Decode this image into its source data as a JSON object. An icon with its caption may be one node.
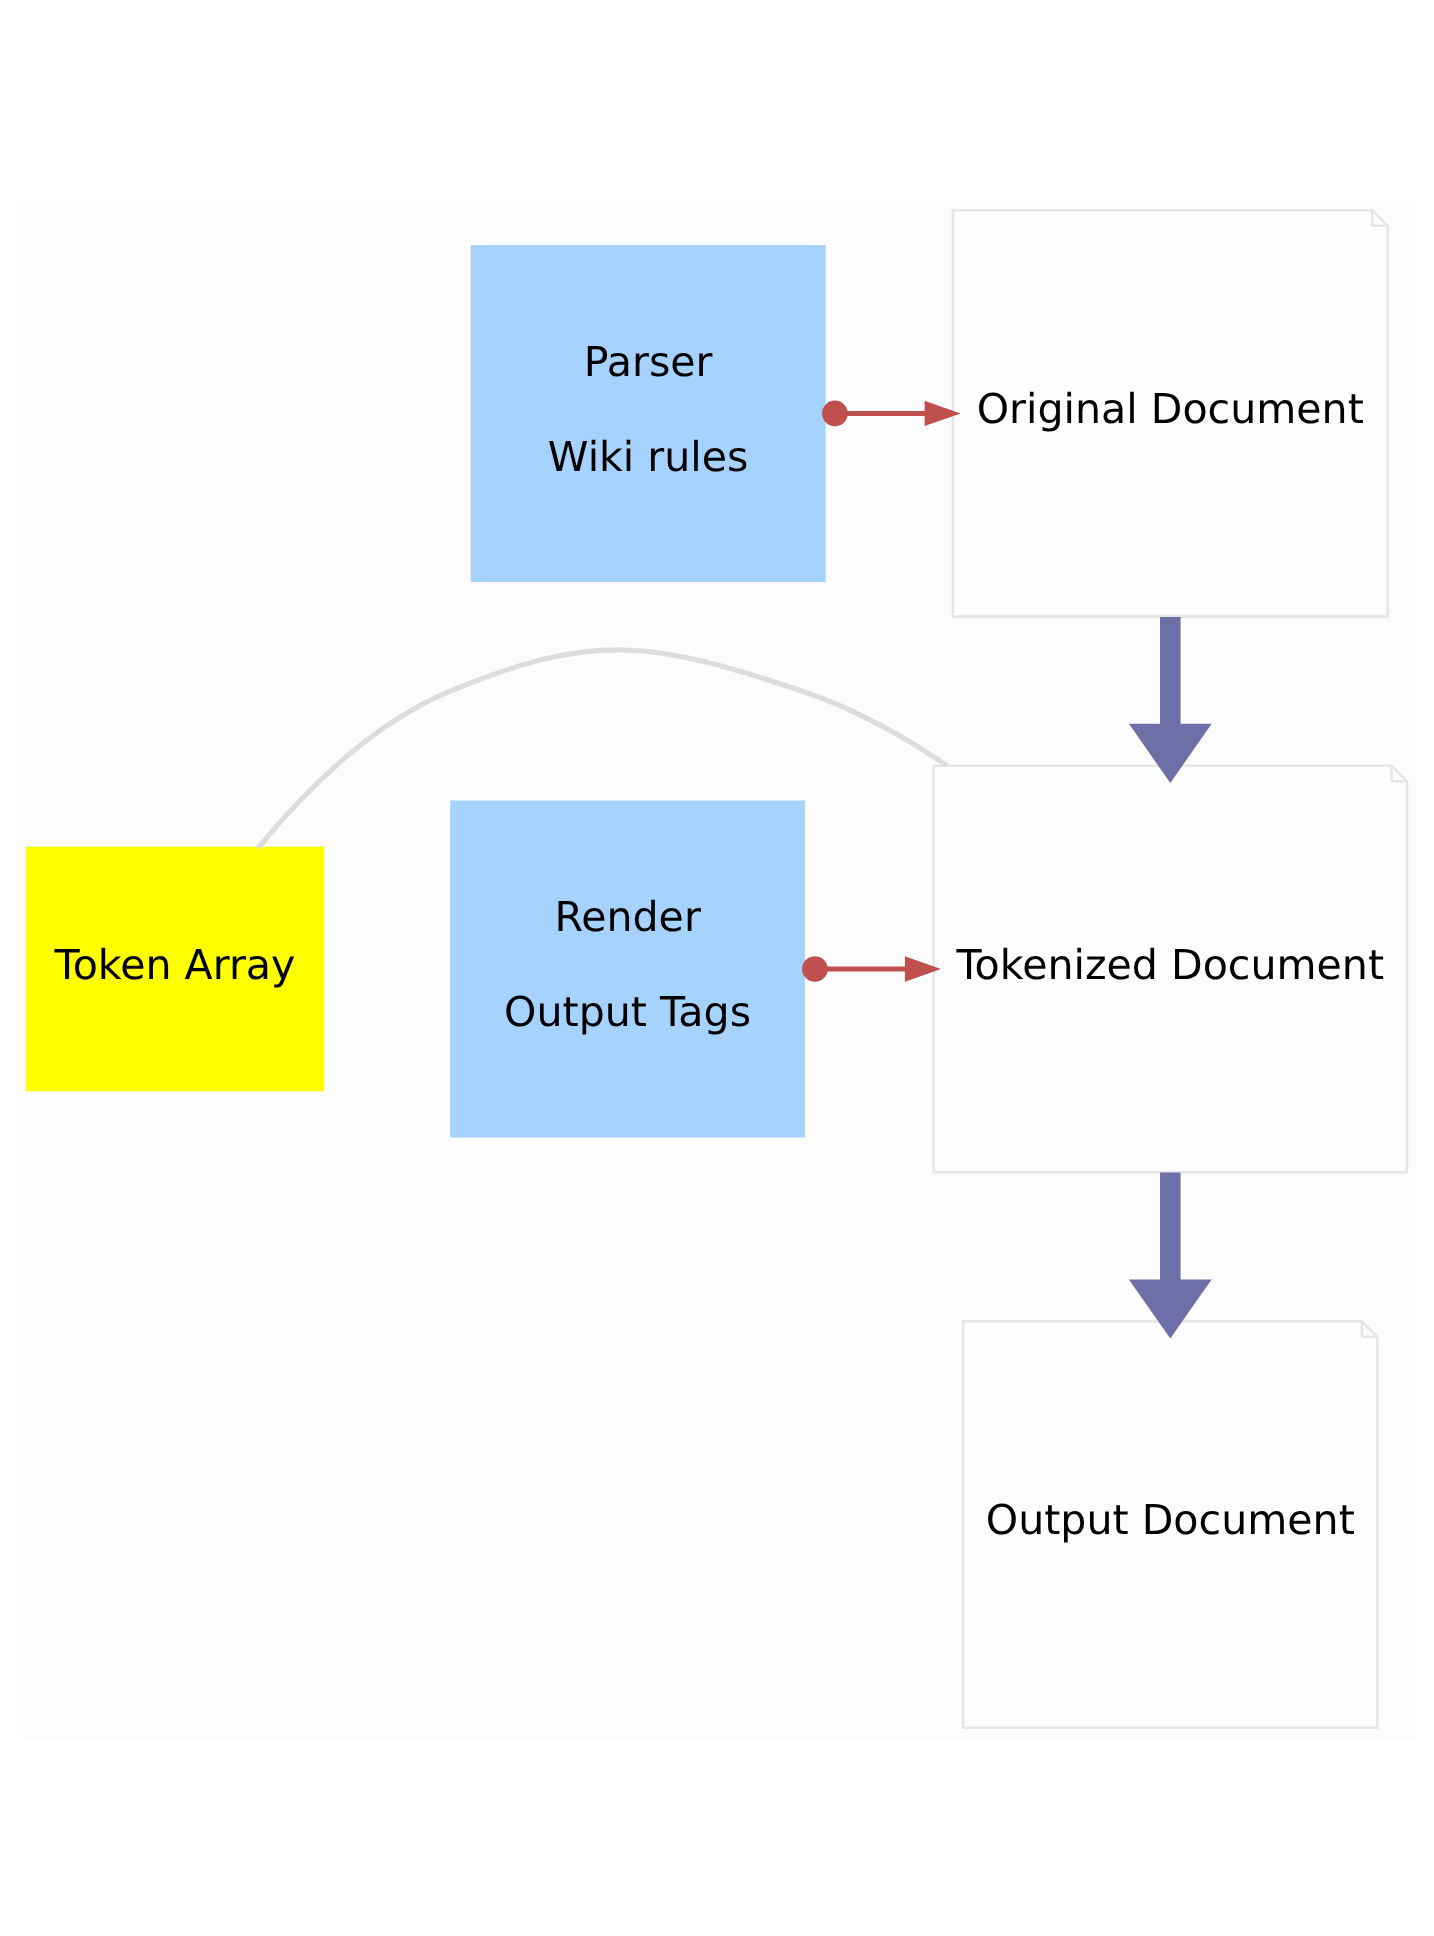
{
  "diagram": {
    "nodes": [
      {
        "text": [
          "Original Document"
        ]
      },
      {
        "text": [
          "Parser",
          "Wiki rules"
        ]
      },
      {
        "text": [
          "Token Array"
        ]
      },
      {
        "text": [
          "Tokenized Document"
        ]
      },
      {
        "text": [
          "Render",
          "Output Tags"
        ]
      },
      {
        "text": [
          "Output Document"
        ]
      }
    ],
    "edges": [
      {
        "from": 1,
        "to": 0,
        "arrow": "to",
        "color": "#c0504d"
      },
      {
        "from": 0,
        "to": 3,
        "arrow": "to",
        "style": "thick",
        "color": "#6f6fa8"
      },
      {
        "from": 2,
        "to": 3,
        "arrow": "none",
        "color": "#dddddd"
      },
      {
        "from": 4,
        "to": 3,
        "arrow": "to",
        "color": "#c0504d"
      },
      {
        "from": 3,
        "to": 5,
        "arrow": "to",
        "style": "thick",
        "color": "#6f6fa8"
      }
    ]
  }
}
